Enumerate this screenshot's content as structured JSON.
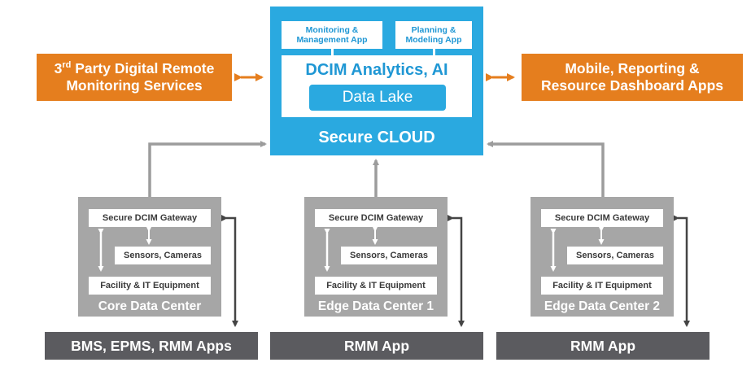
{
  "cloud": {
    "app_left_line1": "Monitoring &",
    "app_left_line2": "Management App",
    "app_right_line1": "Planning &",
    "app_right_line2": "Modeling App",
    "analytics": "DCIM Analytics, AI",
    "data_lake": "Data Lake",
    "label": "Secure CLOUD"
  },
  "left_service": {
    "line1_prefix": "3",
    "line1_sup": "rd",
    "line1_rest": " Party Digital Remote",
    "line2": "Monitoring Services"
  },
  "right_service": {
    "line1": "Mobile, Reporting &",
    "line2": "Resource Dashboard Apps"
  },
  "data_centers": [
    {
      "gateway": "Secure DCIM Gateway",
      "sensors": "Sensors, Cameras",
      "facility": "Facility & IT Equipment",
      "label": "Core Data Center"
    },
    {
      "gateway": "Secure DCIM Gateway",
      "sensors": "Sensors, Cameras",
      "facility": "Facility & IT Equipment",
      "label": "Edge Data Center 1"
    },
    {
      "gateway": "Secure DCIM Gateway",
      "sensors": "Sensors, Cameras",
      "facility": "Facility & IT Equipment",
      "label": "Edge Data Center 2"
    }
  ],
  "bottom_apps": [
    {
      "label": "BMS, EPMS, RMM Apps"
    },
    {
      "label": "RMM App"
    },
    {
      "label": "RMM App"
    }
  ],
  "colors": {
    "cloud_blue": "#2aa9e0",
    "orange": "#e57e1e",
    "datacenter_gray": "#a6a6a6",
    "bar_dark": "#5b5b5f",
    "connector_gray": "#9c9c9c",
    "connector_dark": "#444444"
  }
}
